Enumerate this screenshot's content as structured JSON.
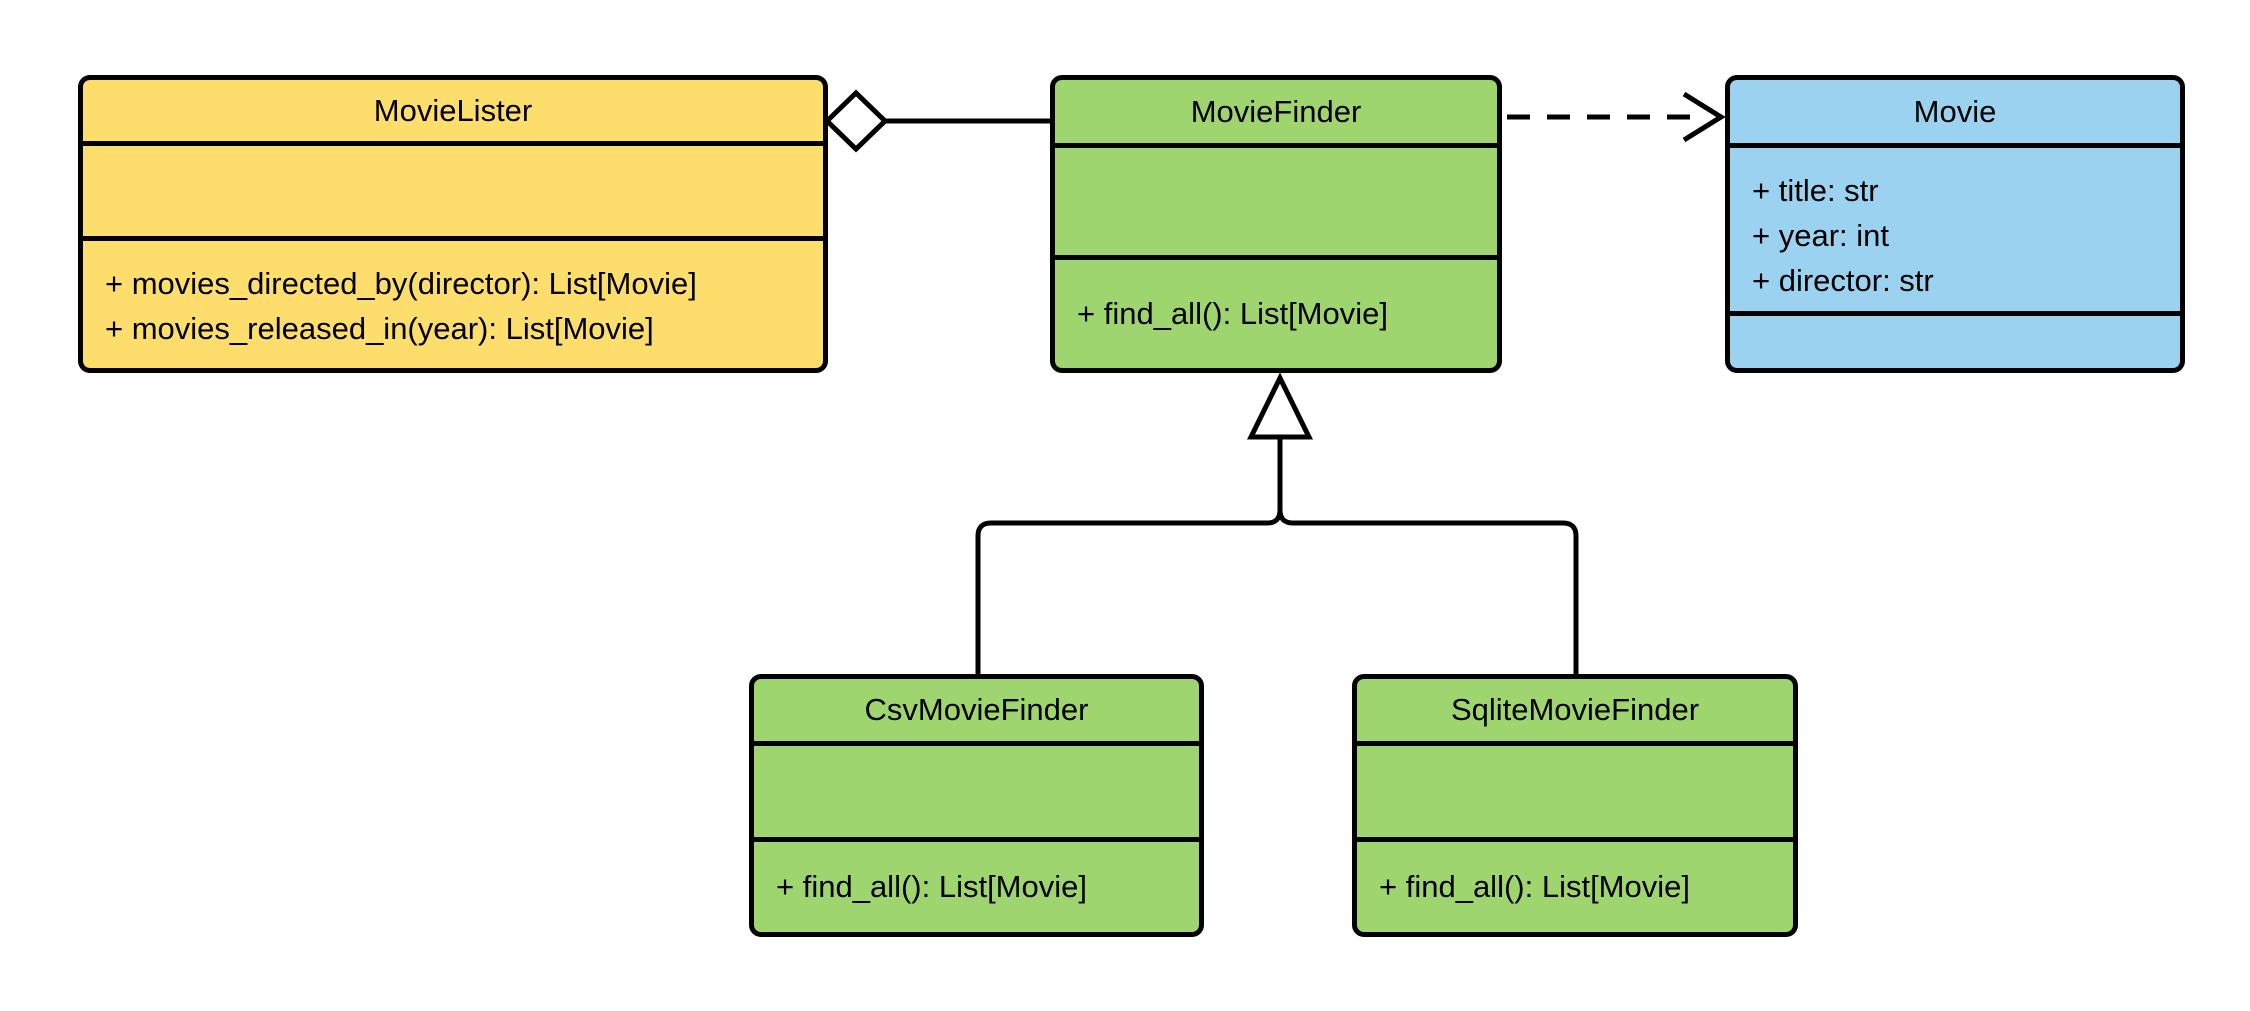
{
  "diagram": {
    "type": "uml-class-diagram",
    "classes": {
      "movielister": {
        "title": "MovieLister",
        "attributes": [],
        "methods": [
          "+ movies_directed_by(director): List[Movie]",
          "+ movies_released_in(year): List[Movie]"
        ],
        "fill": "#FDDD6C"
      },
      "moviefinder": {
        "title": "MovieFinder",
        "attributes": [],
        "methods": [
          "+ find_all(): List[Movie]"
        ],
        "fill": "#9FD56E"
      },
      "movie": {
        "title": "Movie",
        "attributes": [
          "+ title: str",
          "+ year: int",
          "+ director: str"
        ],
        "methods": [],
        "fill": "#9BD2F0"
      },
      "csvmoviefinder": {
        "title": "CsvMovieFinder",
        "attributes": [],
        "methods": [
          "+ find_all(): List[Movie]"
        ],
        "fill": "#9FD56E"
      },
      "sqlitemoviefinder": {
        "title": "SqliteMovieFinder",
        "attributes": [],
        "methods": [
          "+ find_all(): List[Movie]"
        ],
        "fill": "#9FD56E"
      }
    },
    "relationships": [
      {
        "type": "aggregation",
        "from": "MovieLister",
        "to": "MovieFinder"
      },
      {
        "type": "dependency",
        "from": "MovieFinder",
        "to": "Movie"
      },
      {
        "type": "inheritance",
        "from": "CsvMovieFinder",
        "to": "MovieFinder"
      },
      {
        "type": "inheritance",
        "from": "SqliteMovieFinder",
        "to": "MovieFinder"
      }
    ],
    "colors": {
      "stroke": "#000000",
      "background": "#FFFFFF",
      "yellow_fill": "#FDDD6C",
      "green_fill": "#9FD56E",
      "blue_fill": "#9BD2F0"
    }
  }
}
